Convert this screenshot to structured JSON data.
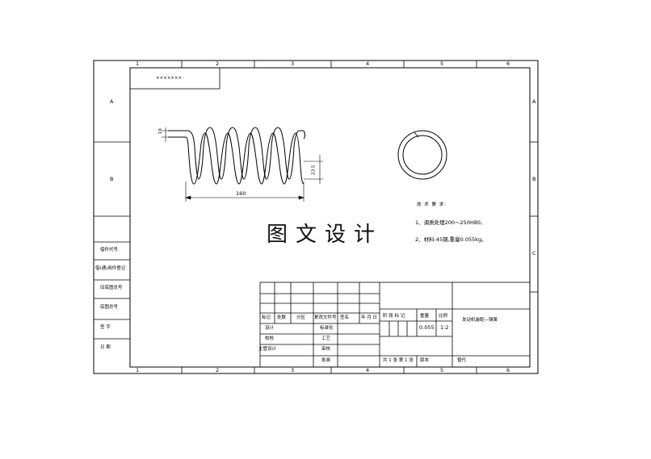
{
  "grid": {
    "columns": [
      "1",
      "2",
      "3",
      "4",
      "5",
      "6"
    ],
    "rows": [
      "A",
      "B",
      "C"
    ]
  },
  "top_left_box": "×××××××",
  "dimensions": {
    "pitch": "19",
    "height": "23.5",
    "length": "160"
  },
  "tech_req": {
    "title": "技 术 要 求:",
    "item1": "1、调质处理200～250HBS;",
    "item2": "2、材料:45钢,重量0.055kg。"
  },
  "watermark": "图文设计",
  "left_panel": [
    "借件代号",
    "借(通)用件登记",
    "旧底图总号",
    "底图总号",
    "签  字",
    "日  期"
  ],
  "title_block": {
    "rev_headers": [
      "标记",
      "处数",
      "分区",
      "更改文件号",
      "签名",
      "年 月 日"
    ],
    "design": "设计",
    "check": "校核",
    "chief": "主管设计",
    "standardize": "标准化",
    "process": "工艺",
    "review": "审核",
    "approve": "批准",
    "stage_label": "阶 段 标 记",
    "weight_label": "重量",
    "scale_label": "比例",
    "weight": "0.055",
    "scale": "1:2",
    "sheet_info": "共 1 张 第 1 张",
    "version": "版本",
    "replace": "替代",
    "drawing_name": "发动机装配—弹簧"
  },
  "colors": {
    "line": "#000000",
    "background": "#ffffff"
  }
}
